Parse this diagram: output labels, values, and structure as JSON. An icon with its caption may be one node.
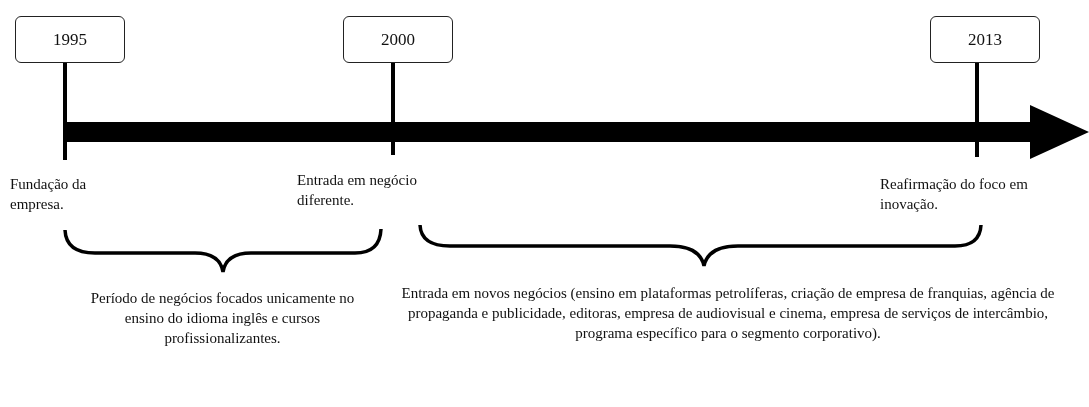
{
  "diagram": {
    "nodes": [
      {
        "text": [
          "1995"
        ]
      },
      {
        "text": [
          "2000"
        ]
      },
      {
        "text": [
          "2013"
        ]
      }
    ],
    "labels": [
      "Fundação da empresa.",
      "Entrada em negócio diferente.",
      "Reafirmação do foco em inovação.",
      "Período de negócios focados unicamente no ensino do idioma inglês e cursos profissionalizantes.",
      "Entrada em novos negócios (ensino em plataformas petrolíferas, criação de empresa de franquias, agência de propaganda e publicidade, editoras, empresa de audiovisual e cinema, empresa de serviços de intercâmbio, programa específico para o segmento corporativo)."
    ]
  }
}
